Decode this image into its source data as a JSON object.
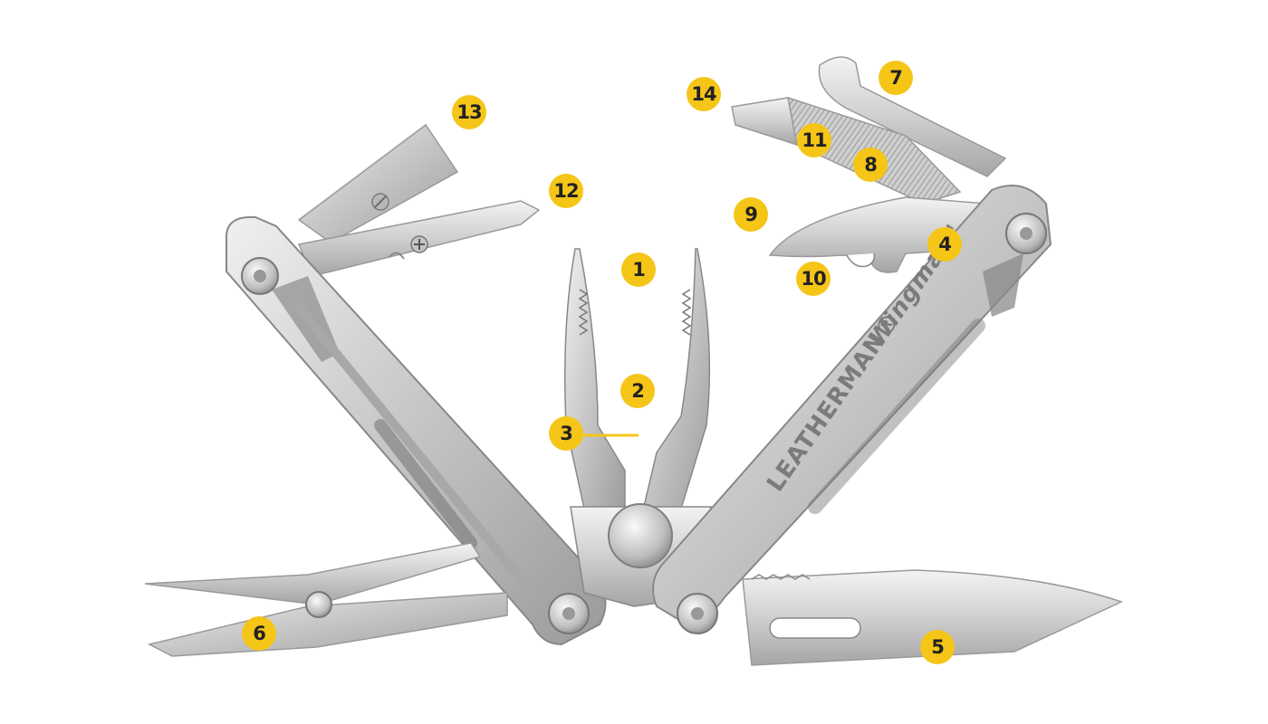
{
  "callouts": [
    {
      "id": "callout-1",
      "label": "1"
    },
    {
      "id": "callout-2",
      "label": "2"
    },
    {
      "id": "callout-3",
      "label": "3"
    },
    {
      "id": "callout-4",
      "label": "4"
    },
    {
      "id": "callout-5",
      "label": "5"
    },
    {
      "id": "callout-6",
      "label": "6"
    },
    {
      "id": "callout-7",
      "label": "7"
    },
    {
      "id": "callout-8",
      "label": "8"
    },
    {
      "id": "callout-9",
      "label": "9"
    },
    {
      "id": "callout-10",
      "label": "10"
    },
    {
      "id": "callout-11",
      "label": "11"
    },
    {
      "id": "callout-12",
      "label": "12"
    },
    {
      "id": "callout-13",
      "label": "13"
    },
    {
      "id": "callout-14",
      "label": "14"
    }
  ],
  "brand": {
    "maker": "LEATHERMAN®",
    "model": "Wingman",
    "mark": "TM"
  },
  "colors": {
    "callout": "#f5c518",
    "callout_text": "#222222",
    "steel_light": "#e4e4e4",
    "steel_mid": "#c2c2c2",
    "steel_dark": "#8e8e8e",
    "background": "#ffffff"
  }
}
